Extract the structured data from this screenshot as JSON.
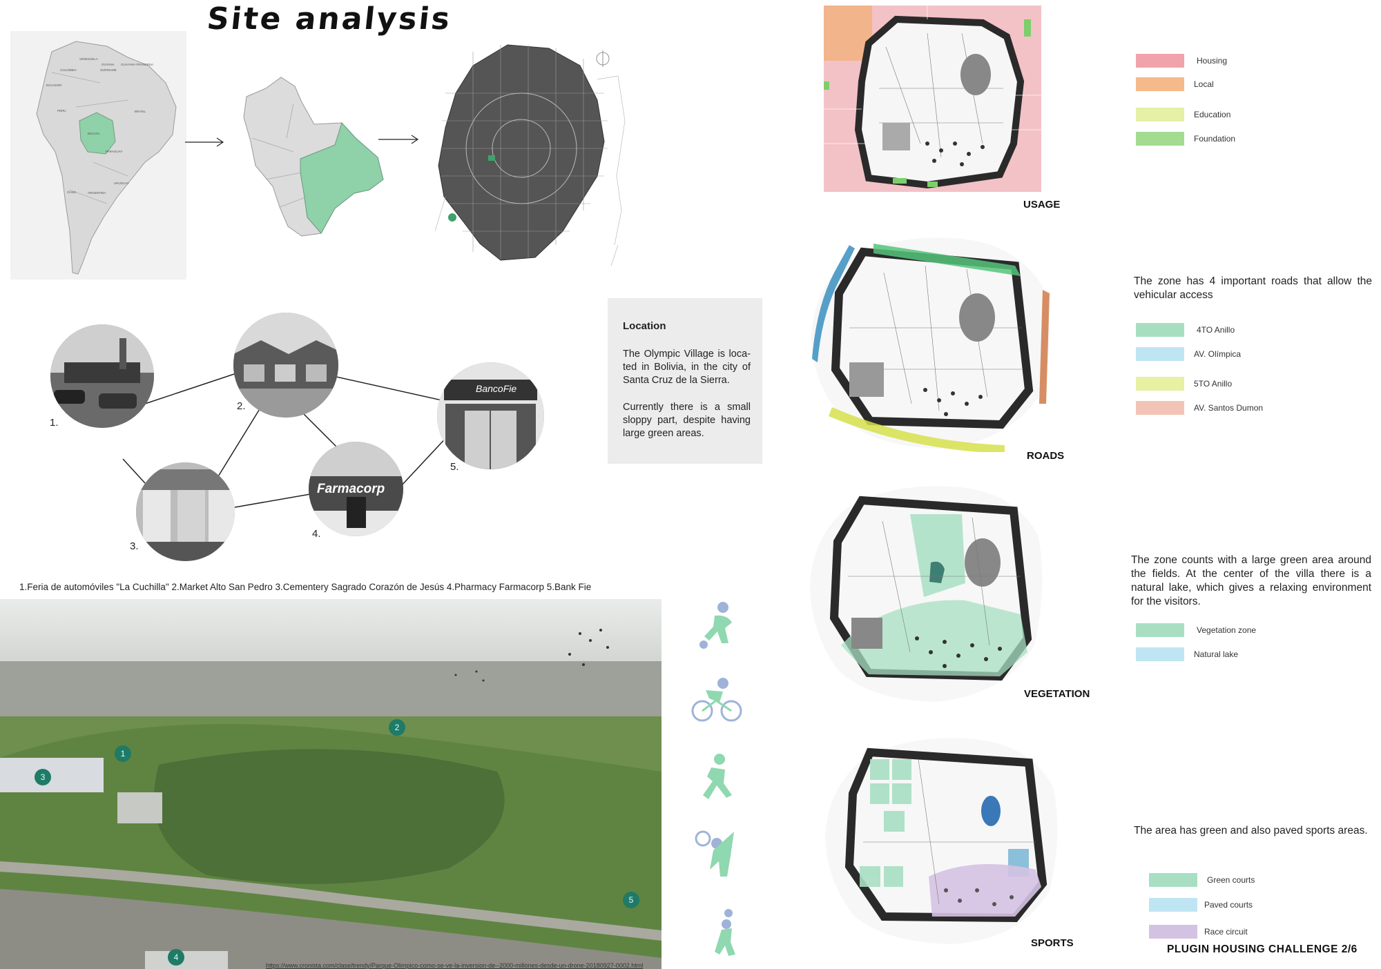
{
  "title": "Site analysis",
  "map_labels": [
    "VENEZUELA",
    "GUYANA",
    "SURINAME",
    "GUAYANA FRANCESA",
    "COLOMBIA",
    "ECUADOR",
    "PERU",
    "BRASIL",
    "BOLIVIA",
    "PARAGUAY",
    "CHILE",
    "URUGUAY",
    "ARGENTINA"
  ],
  "photos": [
    {
      "number": "1."
    },
    {
      "number": "2."
    },
    {
      "number": "3."
    },
    {
      "number": "4."
    },
    {
      "number": "5."
    }
  ],
  "photo_signs": {
    "farmacorp": "Farmacorp",
    "bancofie": "BancoFie"
  },
  "location": {
    "heading": "Location",
    "paragraph1": "The Olympic Village is loca-ted in Bolivia, in the city of Santa Cruz de la Sierra.",
    "paragraph2": "Currently there is a small sloppy part, despite having large green areas."
  },
  "caption": "1.Feria de automóviles \"La Cuchilla\"  2.Market Alto San Pedro  3.Cementery Sagrado Corazón de Jesús  4.Pharmacy Farmacorp  5.Bank Fie",
  "aerial_markers": [
    "1",
    "2",
    "3",
    "4",
    "5"
  ],
  "source_url": "https://www.cronista.com/clase/trendy/Parque-Olimpico-como-se-ve-la-inversion-de--2000-millones-desde-un-drone-20180927-0002.html",
  "sections": {
    "usage": {
      "label": "USAGE",
      "legend": [
        {
          "label": "Housing",
          "color": "#f0a3aa"
        },
        {
          "label": "Local",
          "color": "#f5b98a"
        },
        {
          "label": "Education",
          "color": "#e6f0a6"
        },
        {
          "label": "Foundation",
          "color": "#a3dc90"
        }
      ]
    },
    "roads": {
      "label": "ROADS",
      "description": "The zone has 4 important roads that allow the vehicular access",
      "legend": [
        {
          "label": "4TO Anillo",
          "color": "#a6dfc0"
        },
        {
          "label": "AV. Olímpica",
          "color": "#bfe5f3"
        },
        {
          "label": "5TO Anillo",
          "color": "#e7f0a3"
        },
        {
          "label": "AV. Santos Dumon",
          "color": "#f3c4b6"
        }
      ]
    },
    "vegetation": {
      "label": "VEGETATION",
      "description": "The zone counts with a large green area around the fields. At the center of the villa there is a natural lake, which gives a relaxing environment for the visitors.",
      "legend": [
        {
          "label": "Vegetation zone",
          "color": "#a8dfc3"
        },
        {
          "label": "Natural lake",
          "color": "#bfe5f3"
        }
      ]
    },
    "sports": {
      "label": "SPORTS",
      "description": "The area has green and also paved sports areas.",
      "legend": [
        {
          "label": "Green courts",
          "color": "#a8dfc3"
        },
        {
          "label": "Paved courts",
          "color": "#bfe5f3"
        },
        {
          "label": "Race circuit",
          "color": "#d4c2e2"
        }
      ]
    }
  },
  "sport_icons": [
    "soccer-player-icon",
    "cyclist-icon",
    "runner-icon",
    "tennis-player-icon",
    "volleyball-player-icon"
  ],
  "footer": "PLUGIN HOUSING CHALLENGE 2/6"
}
